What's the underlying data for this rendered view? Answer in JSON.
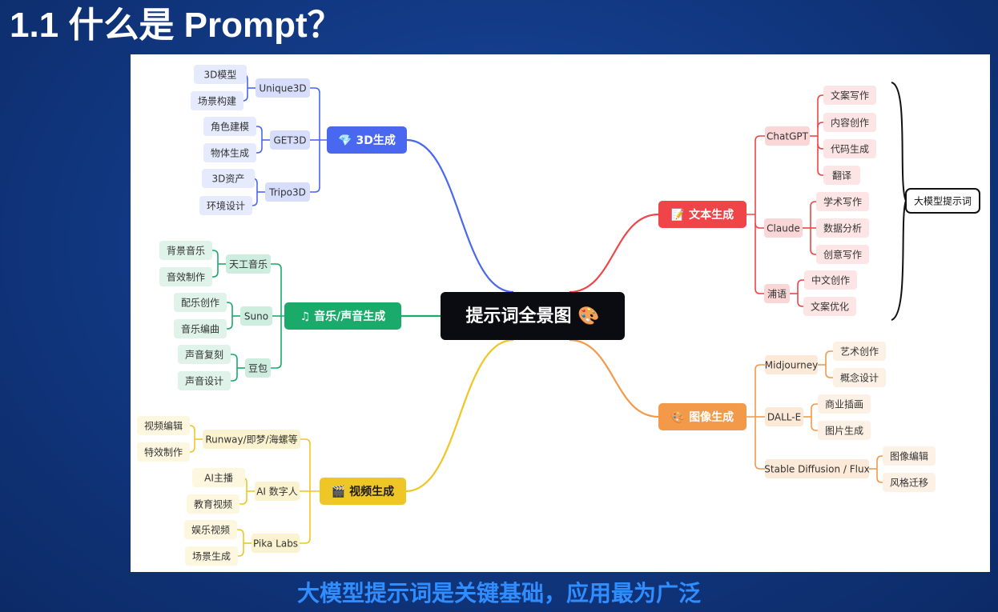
{
  "slide": {
    "title": "1.1 什么是 Prompt？",
    "caption": "大模型提示词是关键基础，应用最为广泛"
  },
  "mindmap": {
    "root": "提示词全景图",
    "branches": [
      {
        "key": "3d",
        "icon": "💎",
        "label": "3D生成",
        "color": "#4a67f0",
        "nodes": [
          {
            "label": "Unique3D",
            "leaves": [
              "3D模型",
              "场景构建"
            ]
          },
          {
            "label": "GET3D",
            "leaves": [
              "角色建模",
              "物体生成"
            ]
          },
          {
            "label": "Tripo3D",
            "leaves": [
              "3D资产",
              "环境设计"
            ]
          }
        ]
      },
      {
        "key": "music",
        "icon": "♫",
        "label": "音乐/声音生成",
        "color": "#1aab6a",
        "nodes": [
          {
            "label": "天工音乐",
            "leaves": [
              "背景音乐",
              "音效制作"
            ]
          },
          {
            "label": "Suno",
            "leaves": [
              "配乐创作",
              "音乐编曲"
            ]
          },
          {
            "label": "豆包",
            "leaves": [
              "声音复刻",
              "声音设计"
            ]
          }
        ]
      },
      {
        "key": "video",
        "icon": "🎬",
        "label": "视频生成",
        "color": "#eec625",
        "nodes": [
          {
            "label": "Runway/即梦/海螺等",
            "leaves": [
              "视频编辑",
              "特效制作"
            ]
          },
          {
            "label": "AI 数字人",
            "leaves": [
              "AI主播",
              "教育视频"
            ]
          },
          {
            "label": "Pika Labs",
            "leaves": [
              "娱乐视频",
              "场景生成"
            ]
          }
        ]
      },
      {
        "key": "text",
        "icon": "📝",
        "label": "文本生成",
        "color": "#ef4548",
        "nodes": [
          {
            "label": "ChatGPT",
            "leaves": [
              "文案写作",
              "内容创作",
              "代码生成",
              "翻译"
            ]
          },
          {
            "label": "Claude",
            "leaves": [
              "学术写作",
              "数据分析",
              "创意写作"
            ]
          },
          {
            "label": "浦语",
            "leaves": [
              "中文创作",
              "文案优化"
            ]
          }
        ]
      },
      {
        "key": "image",
        "icon": "🎨",
        "label": "图像生成",
        "color": "#f39a4a",
        "nodes": [
          {
            "label": "Midjourney",
            "leaves": [
              "艺术创作",
              "概念设计"
            ]
          },
          {
            "label": "DALL-E",
            "leaves": [
              "商业插画",
              "图片生成"
            ]
          },
          {
            "label": "Stable Diffusion / Flux",
            "leaves": [
              "图像编辑",
              "风格迁移"
            ]
          }
        ]
      }
    ],
    "bracket_label": "大模型提示词"
  }
}
